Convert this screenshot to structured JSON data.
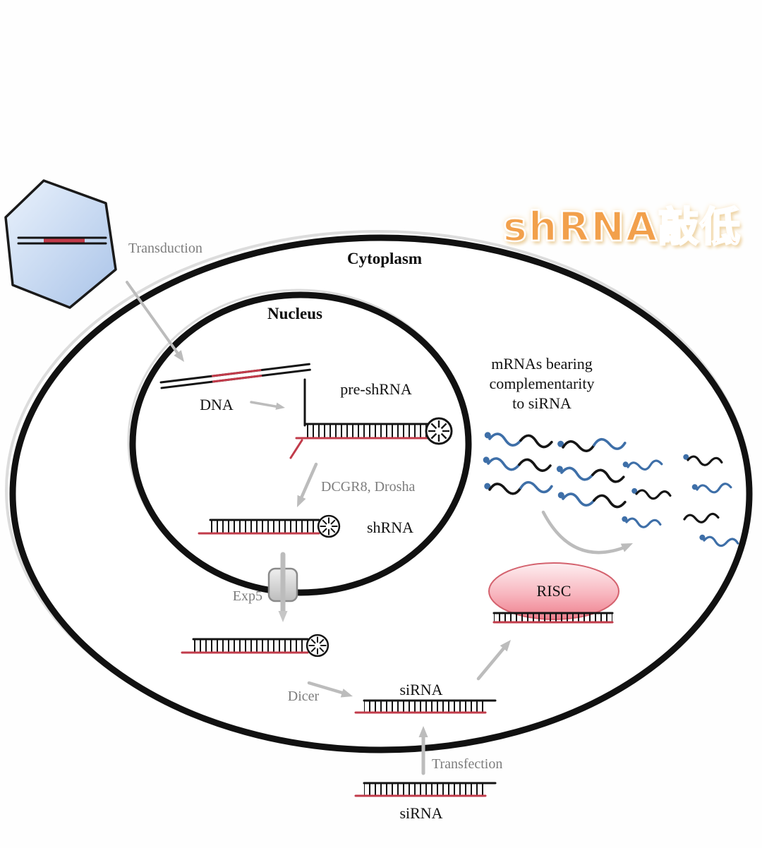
{
  "title": "shRNA敲低",
  "labels": {
    "transduction": "Transduction",
    "cytoplasm": "Cytoplasm",
    "nucleus": "Nucleus",
    "dna": "DNA",
    "pre_shrna": "pre-shRNA",
    "dcgr8_drosha": "DCGR8, Drosha",
    "shrna": "shRNA",
    "exp5": "Exp5",
    "dicer": "Dicer",
    "sirna_cyto": "siRNA",
    "mrna_line1": "mRNAs bearing",
    "mrna_line2": "complementarity",
    "mrna_line3": "to siRNA",
    "risc": "RISC",
    "transfection": "Transfection",
    "sirna_bottom": "siRNA"
  },
  "colors": {
    "title_orange": "#F2A04B",
    "vector_blue_fill": "#C9DCF5",
    "risc_pink": "#F48E9B",
    "mrna_blue": "#3E6FA8",
    "strand_red": "#C13B4A",
    "strand_black": "#141414",
    "arrow_gray": "#BCBCBC",
    "membrane_black": "#111111"
  }
}
